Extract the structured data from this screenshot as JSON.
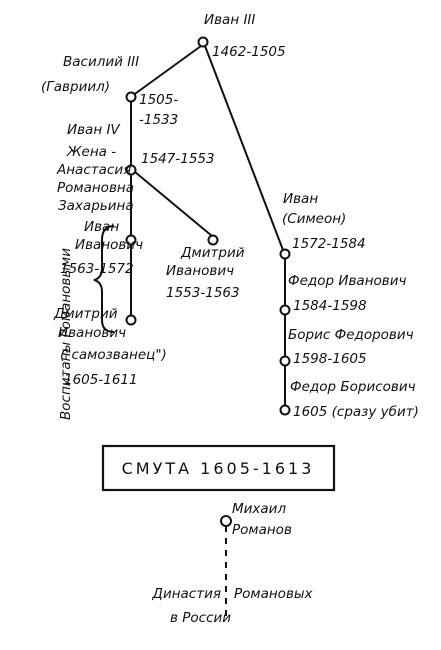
{
  "nodes": {
    "ivan3": {
      "name": "Иван III",
      "years": "1462-1505"
    },
    "vasily3": {
      "name": "Василий III",
      "alt": "(Гавриил)",
      "years1": "1505-",
      "years2": "-1533"
    },
    "ivan4": {
      "name": "Иван IV",
      "years": "1547-1553"
    },
    "wife": {
      "line1": "Жена -",
      "line2": "Анастасия",
      "line3": "Романовна",
      "line4": "Захарьина"
    },
    "ivan_ivanovich": {
      "line1": "Иван",
      "line2": "Иванович",
      "years": "1563-1572"
    },
    "dmitry_1553": {
      "line1": "Дмитрий",
      "line2": "Иванович",
      "years": "1553-1563"
    },
    "dmitry_false": {
      "line1": "Дмитрий",
      "line2": "Иванович",
      "line3": "(\"самозванец\")",
      "years": "1605-1611"
    },
    "ivan_simeon": {
      "line1": "Иван",
      "line2": "(Симеон)",
      "years": "1572-1584"
    },
    "fedor_ivanovich": {
      "name": "Федор Иванович",
      "years": "1584-1598"
    },
    "boris": {
      "name": "Борис Федорович",
      "years": "1598-1605"
    },
    "fedor_borisovich": {
      "name": "Федор Борисович",
      "years": "1605 (сразу убит)"
    },
    "mikhail": {
      "line1": "Михаил",
      "line2": "Романов"
    }
  },
  "side_label": "Воспитаны Романовыми",
  "smuta_box": "СМУТА 1605-1613",
  "dynasty": {
    "line1_left": "Династия",
    "line1_right": "Романовых",
    "line2": "в России"
  }
}
